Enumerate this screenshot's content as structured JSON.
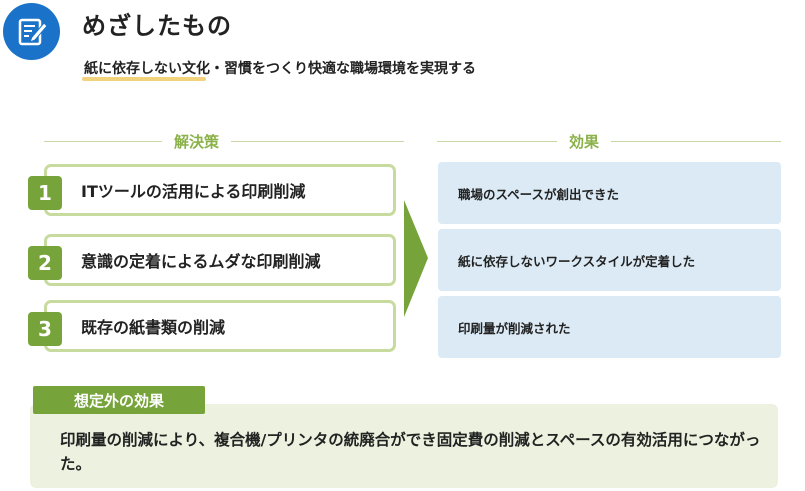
{
  "header": {
    "icon": "edit-document-icon",
    "title": "めざしたもの",
    "subtitle": "紙に依存しない文化・習慣をつくり快適な職場環境を実現する",
    "accent_color": "#1a73c9"
  },
  "solutions": {
    "heading": "解決策",
    "items": [
      {
        "number": "1",
        "label": "ITツールの活用による印刷削減"
      },
      {
        "number": "2",
        "label": "意識の定着によるムダな印刷削減"
      },
      {
        "number": "3",
        "label": "既存の紙書類の削減"
      }
    ],
    "color": "#76a33a"
  },
  "effects": {
    "heading": "効果",
    "items": [
      {
        "label": "職場のスペースが創出できた"
      },
      {
        "label": "紙に依存しないワークスタイルが定着した"
      },
      {
        "label": "印刷量が削減された"
      }
    ],
    "color": "#dbeaf5"
  },
  "unexpected": {
    "label": "想定外の効果",
    "text": "印刷量の削減により、複合機/プリンタの統廃合ができ固定費の削減とスペースの有効活用につながった。"
  }
}
